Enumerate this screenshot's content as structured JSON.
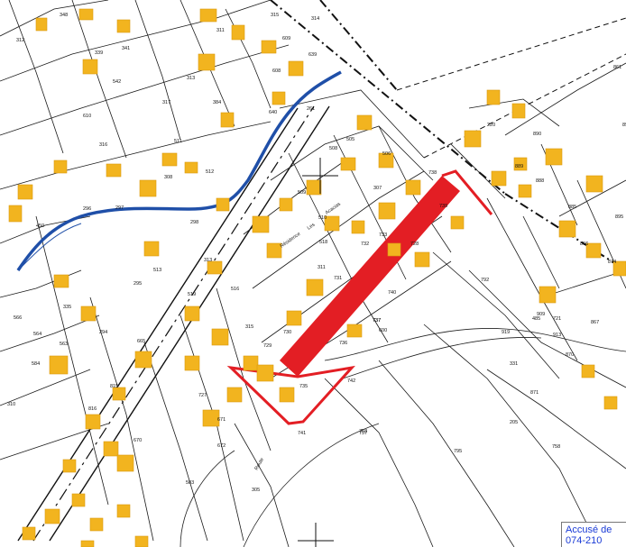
{
  "colors": {
    "building": "#f2b41f",
    "building_outline": "#d99a10",
    "highlight": "#e31e24",
    "river": "#1f4fa8",
    "parcel_line": "#1a1a1a",
    "stamp_text": "#1a3bd6"
  },
  "parcels": [
    "348",
    "315",
    "314",
    "312",
    "339",
    "341",
    "311",
    "609",
    "639",
    "608",
    "542",
    "313",
    "384",
    "640",
    "261",
    "610",
    "317",
    "511",
    "505",
    "506",
    "508",
    "307",
    "738",
    "739",
    "509",
    "512",
    "308",
    "316",
    "296",
    "297",
    "298",
    "518",
    "510",
    "732",
    "733",
    "728",
    "311",
    "313",
    "731",
    "740",
    "792",
    "737",
    "315",
    "516",
    "730",
    "736",
    "735",
    "741",
    "742",
    "729",
    "758",
    "519",
    "513",
    "737",
    "600",
    "757",
    "727",
    "795",
    "665",
    "815",
    "816",
    "670",
    "671",
    "672",
    "503",
    "305",
    "566",
    "564",
    "563",
    "294",
    "295",
    "335",
    "584",
    "310",
    "861",
    "890",
    "889",
    "888",
    "885",
    "895",
    "866",
    "874",
    "867",
    "870",
    "871",
    "909",
    "913",
    "919",
    "758",
    "721",
    "450",
    "485",
    "331",
    "205",
    "893",
    "220"
  ],
  "road_labels": [
    "Résidence",
    "Les",
    "Acacias",
    "Route"
  ],
  "stamp": {
    "line1": "Accusé de",
    "line2": "074-210"
  }
}
